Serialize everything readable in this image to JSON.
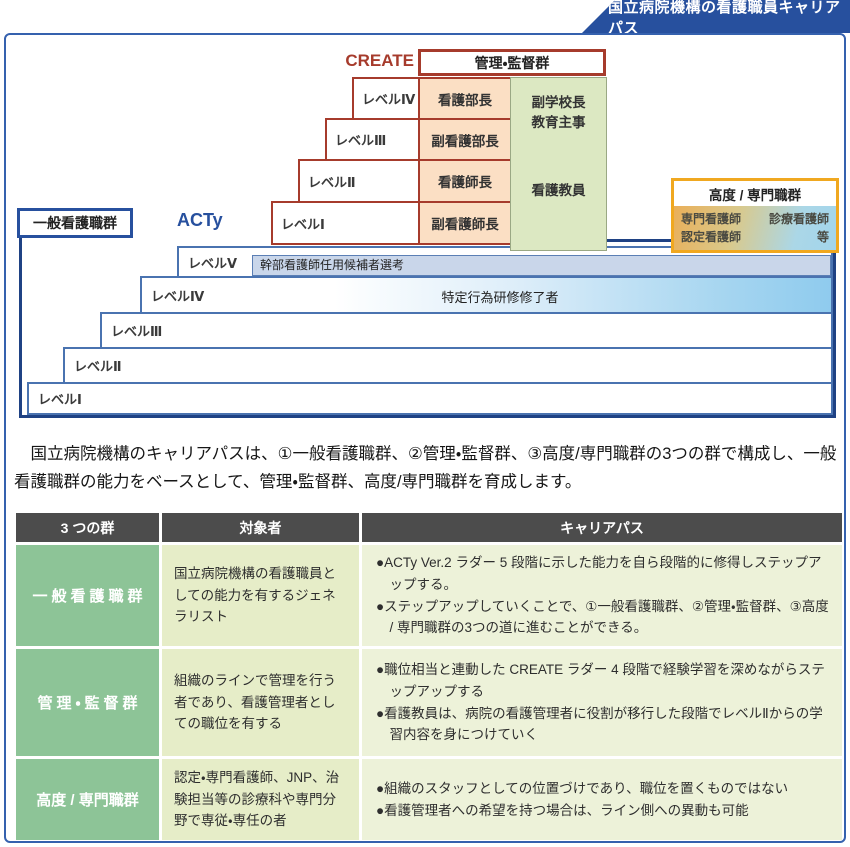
{
  "header": {
    "tab_title": "国立病院機構の看護職員キャリアパス"
  },
  "diagram": {
    "create_label": "CREATE",
    "acty_label": "ACTy",
    "management_group_title": "管理・監督群",
    "general_group_title": "一般看護職群",
    "create_levels": [
      {
        "level": "レベルⅣ",
        "position": "看護部長"
      },
      {
        "level": "レベルⅢ",
        "position": "副看護部長"
      },
      {
        "level": "レベルⅡ",
        "position": "看護師長"
      },
      {
        "level": "レベルⅠ",
        "position": "副看護師長"
      }
    ],
    "educator": {
      "line1": "副学校長",
      "line2": "教育主事",
      "middle": "看護教員"
    },
    "acty_levels": [
      "レベルⅤ",
      "レベルⅣ",
      "レベルⅢ",
      "レベルⅡ",
      "レベルⅠ"
    ],
    "selection_bar": "幹部看護師任用候補者選考",
    "training_bar": "特定行為研修修了者",
    "advanced": {
      "title": "高度 / 専門職群",
      "m1": "専門看護師",
      "m2": "診療看護師",
      "m3": "認定看護師",
      "m4": "等"
    }
  },
  "description": {
    "text": "　国立病院機構のキャリアパスは、①一般看護職群、②管理・監督群、③高度/専門職群の3つの群で構成し、一般看護職群の能力をベースとして、管理・監督群、高度/専門職群を育成します。"
  },
  "table": {
    "headers": [
      "3 つの群",
      "対象者",
      "キャリアパス"
    ],
    "rows": [
      {
        "group": "一般看護職群",
        "target": "国立病院機構の看護職員としての能力を有するジェネラリスト",
        "career": [
          "●ACTy Ver.2 ラダー 5 段階に示した能力を自ら段階的に修得しステップアップする。",
          "●ステップアップしていくことで、①一般看護職群、②管理・監督群、③高度 / 専門職群の3つの道に進むことができる。"
        ]
      },
      {
        "group": "管理・監督群",
        "target": "組織のラインで管理を行う者であり、看護管理者としての職位を有する",
        "career": [
          "●職位相当と連動した CREATE ラダー 4 段階で経験学習を深めながらステップアップする",
          "●看護教員は、病院の看護管理者に役割が移行した段階でレベルⅡからの学習内容を身につけていく"
        ]
      },
      {
        "group": "高度 / 専門職群",
        "target": "認定・専門看護師、JNP、治験担当等の診療科や専門分野で専従・専任の者",
        "career": [
          "●組織のスタッフとしての位置づけであり、職位を置くものではない",
          "●看護管理者への希望を持つ場合は、ライン側への異動も可能"
        ]
      }
    ]
  },
  "colors": {
    "brand_blue": "#27509e",
    "dark_blue_border": "#1f4284",
    "step_blue": "#4a73b0",
    "create_red": "#a63b2c",
    "peach_cell": "#fbdfc4",
    "green_cell": "#dce8c2",
    "advanced_orange": "#f0a820",
    "selection_bar_bg": "#c9d6ea",
    "training_bar_blue": "#8fcbee",
    "table_header_gray": "#4c4c4c",
    "group_green": "#8dc497",
    "target_bg": "#e6edc8",
    "career_bg": "#edf2d9"
  }
}
